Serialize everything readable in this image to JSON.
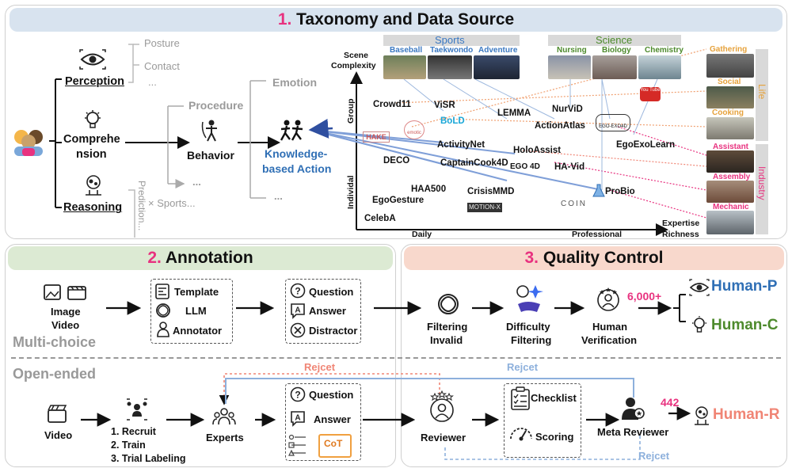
{
  "sections": {
    "taxonomy": {
      "num": "1.",
      "title": " Taxonomy and Data Source"
    },
    "annotation": {
      "num": "2.",
      "title": " Annotation"
    },
    "quality": {
      "num": "3.",
      "title": " Quality Control"
    }
  },
  "taxonomy_tree": {
    "perception": "Perception",
    "comprehension_1": "Comprehe",
    "comprehension_2": "nsion",
    "reasoning": "Reasoning",
    "posture": "Posture",
    "contact": "Contact",
    "ellipsis": "...",
    "prediction": "Prediction...",
    "sports": "× Sports...",
    "emotion": "Emotion",
    "procedure": "Procedure",
    "behavior": "Behavior",
    "knowledge_action_1": "Knowledge-",
    "knowledge_action_2": "based Action"
  },
  "chart_axes": {
    "y_top": "Scene",
    "y_top2": "Complexity",
    "group": "Group",
    "individual": "Individal",
    "daily": "Daily",
    "professional": "Professional",
    "x_right": "Expertise",
    "x_right2": "Richness"
  },
  "domains": {
    "sports": {
      "label": "Sports",
      "color": "#3a78c2",
      "items": [
        "Baseball",
        "Taekwondo",
        "Adventure"
      ]
    },
    "science": {
      "label": "Science",
      "color": "#4d8a2c",
      "items": [
        "Nursing",
        "Biology",
        "Chemistry"
      ]
    },
    "life": {
      "label": "Life",
      "color": "#e6a23c",
      "items": [
        "Gathering",
        "Social",
        "Cooking"
      ]
    },
    "industry": {
      "label": "Industry",
      "color": "#e8327f",
      "items": [
        "Assistant",
        "Assembly",
        "Mechanic"
      ]
    }
  },
  "datasets": {
    "crowd11": "Crowd11",
    "visr": "ViSR",
    "bold": "BoLD",
    "lemma": "LEMMA",
    "nurvid": "NurViD",
    "actionatlas": "ActionAtlas",
    "egoexo_logo": "EGO-EXO4D",
    "egoexolearn": "EgoExoLearn",
    "activitynet": "ActivityNet",
    "holoassist": "HoloAssist",
    "deco": "DECO",
    "captaincook": "CaptainCook4D",
    "ego4d": "EGO 4D",
    "havid": "HA-Vid",
    "haa500": "HAA500",
    "crisismmd": "CrisisMMD",
    "egogesture": "EgoGesture",
    "probio": "ProBio",
    "celeba": "CelebA",
    "hake": "HAKE",
    "emotic": "emotic",
    "motionx": "MOTION-X",
    "coin": "COIN",
    "youtube": "You Tube"
  },
  "annotation": {
    "input_1": "Image",
    "input_2": "Video",
    "template": "Template",
    "llm": "LLM",
    "annotator": "Annotator",
    "question": "Question",
    "answer": "Answer",
    "distractor": "Distractor",
    "multi_choice": "Multi-choice",
    "open_ended": "Open-ended",
    "video": "Video",
    "recruit": "1. Recruit",
    "train": "2. Train",
    "trial": "3. Trial Labeling",
    "experts": "Experts",
    "question2": "Question",
    "answer2": "Answer",
    "cot": "CoT",
    "reject": "Rejcet"
  },
  "quality": {
    "filtering_1": "Filtering",
    "filtering_2": "Invalid",
    "difficulty_1": "Difficulty",
    "difficulty_2": "Filtering",
    "human_1": "Human",
    "human_2": "Verification",
    "count_mc": "6,000+",
    "human_p": "Human-P",
    "human_c": "Human-C",
    "reviewer": "Reviewer",
    "checklist": "Checklist",
    "scoring": "Scoring",
    "meta_reviewer": "Meta Reviewer",
    "count_oe": "442",
    "human_r": "Human-R",
    "reject_blue": "Rejcet",
    "reject_bottom": "Rejcet"
  },
  "colors": {
    "pink": "#e8327f",
    "blue": "#2f6fb5",
    "green": "#4d8a2c",
    "salmon": "#f08575",
    "header1": "#d8e3ef",
    "header2": "#dcead3",
    "header3": "#f8d8cc",
    "line_blue": "#8db0dc",
    "line_orange": "#f0a070"
  }
}
